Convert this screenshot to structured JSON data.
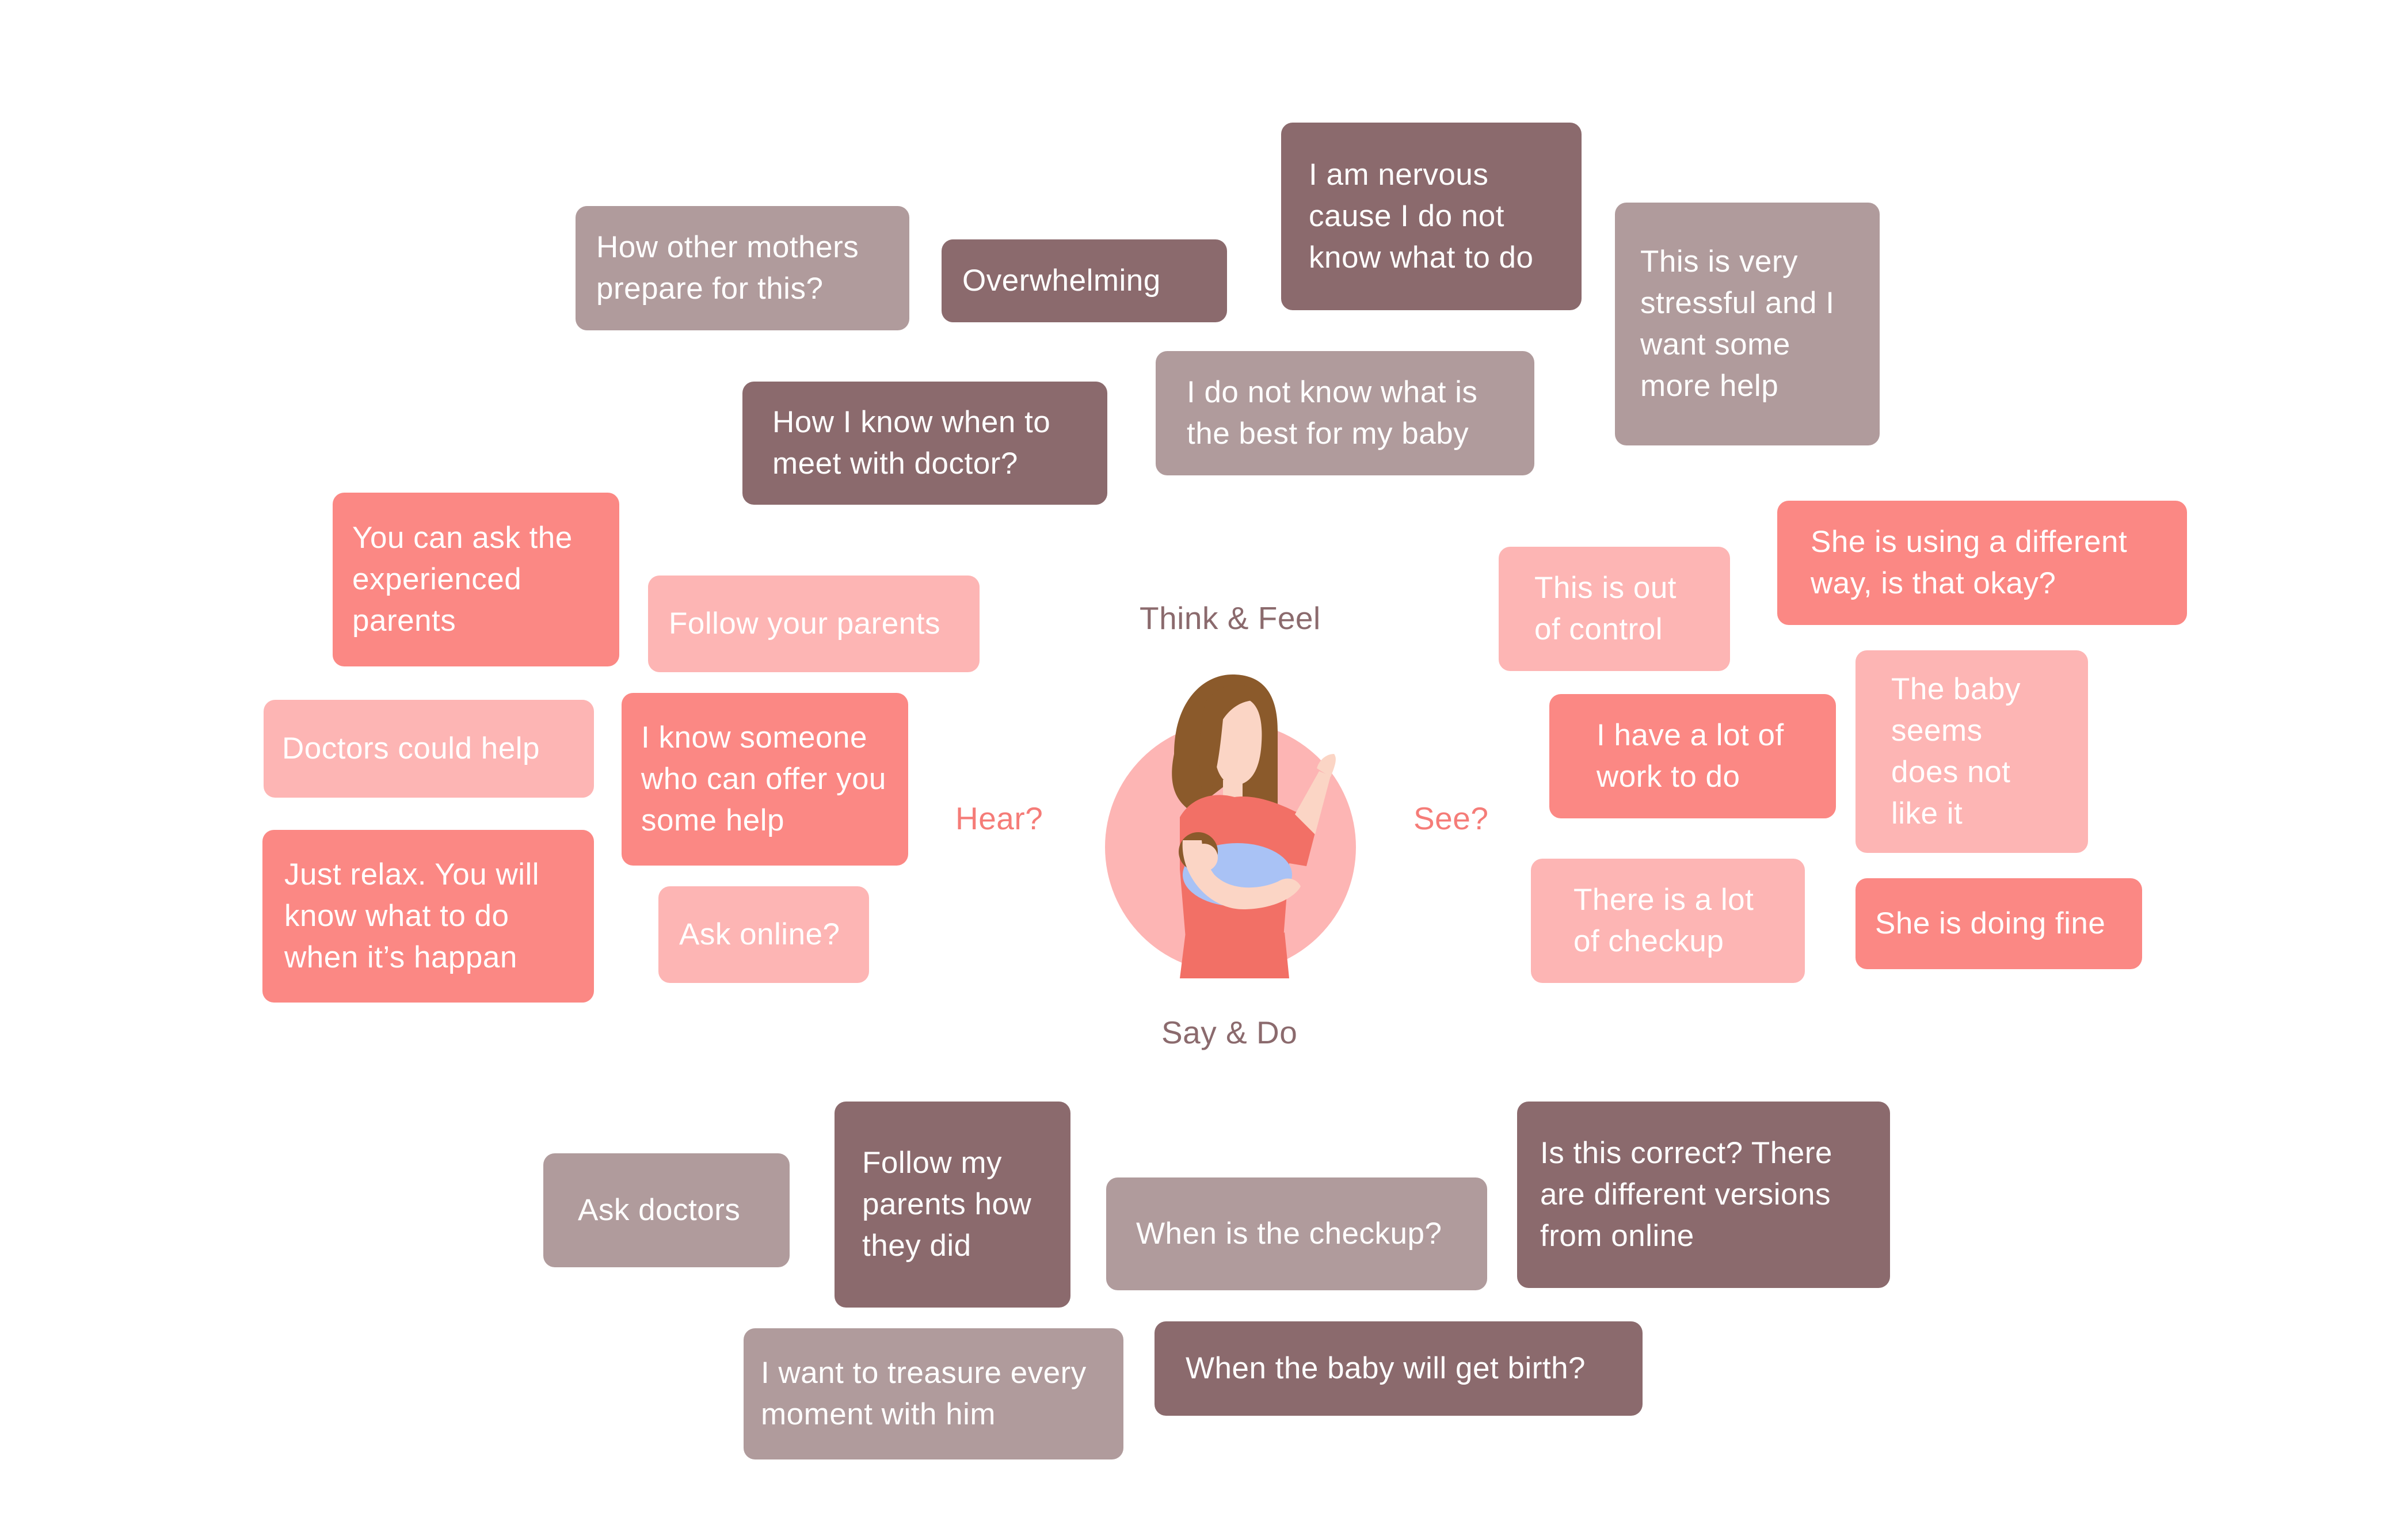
{
  "center": {
    "think_feel": "Think & Feel",
    "say_do": "Say & Do",
    "hear": "Hear?",
    "see": "See?"
  },
  "colors": {
    "dark": "#8b6a6d",
    "mid": "#b09b9c",
    "coral": "#fb8884",
    "light": "#fdb5b4"
  },
  "think_feel": [
    "How other mothers prepare for this?",
    "Overwhelming",
    "I am nervous cause I do not know what to do",
    "This is very stressful and I want some more help",
    "How I know when to meet with doctor?",
    "I do not know what is the best for my baby"
  ],
  "hear": [
    "You can ask the experienced parents",
    "Follow your parents",
    "Doctors could help",
    "I know someone who can offer you some help",
    "Just relax. You will know what to do when it’s happan",
    "Ask online?"
  ],
  "see": [
    "This is out of control",
    "She is using a different way, is that okay?",
    "I have a lot of work to do",
    "The baby seems does not like it",
    "There is a lot of checkup",
    "She is doing fine"
  ],
  "say_do": [
    "Ask doctors",
    "Follow my parents how they did",
    "When is the checkup?",
    "Is this correct? There are different versions from online",
    "I want to treasure every moment with him",
    "When the baby will get birth?"
  ]
}
